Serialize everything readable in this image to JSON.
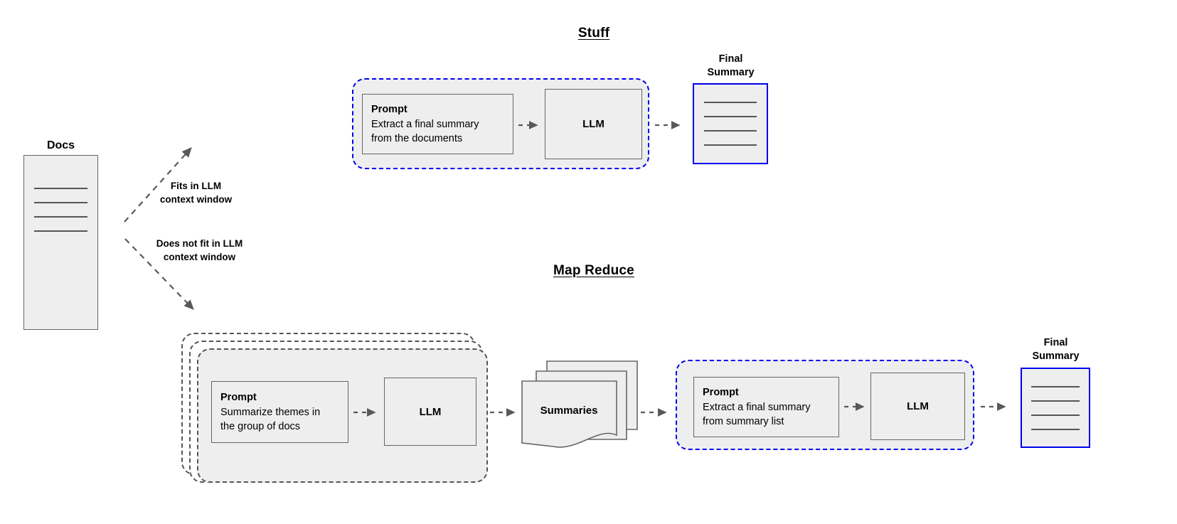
{
  "diagram": {
    "title_stuff": "Stuff",
    "title_map_reduce": "Map Reduce"
  },
  "source": {
    "label": "Docs",
    "line_count": 4
  },
  "branches": [
    {
      "label": "Fits in LLM\ncontext window"
    },
    {
      "label": "Does not fit in LLM\ncontext window"
    }
  ],
  "stuff_chain": {
    "prompt": {
      "title": "Prompt",
      "body": "Extract a final summary\nfrom the documents"
    },
    "llm": {
      "label": "LLM"
    },
    "output": {
      "label": "Final\nSummary",
      "line_count": 4
    }
  },
  "map_reduce_chain": {
    "map_stage": {
      "stack_count": 3,
      "prompt": {
        "title": "Prompt",
        "body": "Summarize themes in\nthe group of docs"
      },
      "llm": {
        "label": "LLM"
      }
    },
    "summaries": {
      "label": "Summaries",
      "stack_count": 3
    },
    "reduce_stage": {
      "prompt": {
        "title": "Prompt",
        "body": "Extract a final summary\nfrom summary list"
      },
      "llm": {
        "label": "LLM"
      }
    },
    "output": {
      "label": "Final\nSummary",
      "line_count": 4
    }
  },
  "colors": {
    "panel_fill": "#eeeeee",
    "gray_stroke": "#666666",
    "blue_stroke": "#0000ee",
    "dashed_gray": "#555555",
    "arrow_fill": "#595959",
    "rule_line": "#555555",
    "background": "#ffffff"
  }
}
